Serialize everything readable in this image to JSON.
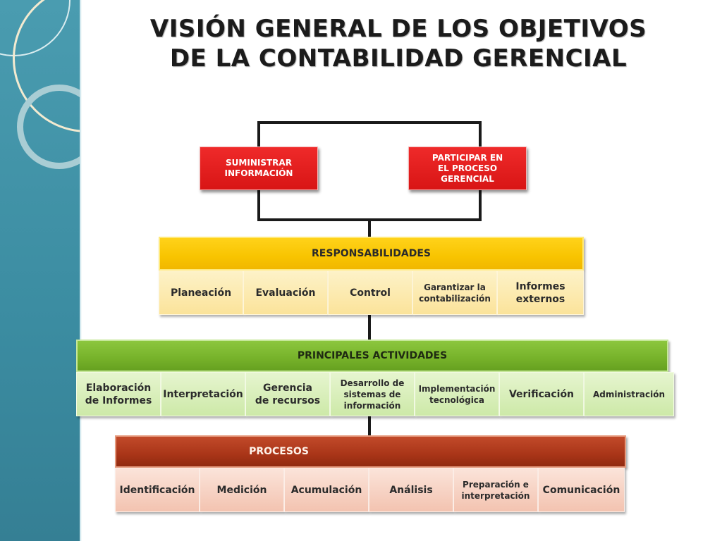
{
  "title": {
    "line1": "VISIÓN GENERAL DE LOS OBJETIVOS",
    "line2": "DE LA CONTABILIDAD GERENCIAL"
  },
  "objectives": [
    {
      "line1": "SUMINISTRAR",
      "line2": "INFORMACIÓN"
    },
    {
      "line1": "PARTICIPAR EN",
      "line2": "EL PROCESO",
      "line3": "GERENCIAL"
    }
  ],
  "responsabilidades": {
    "label": "RESPONSABILIDADES",
    "items": [
      {
        "line1": "Planeación",
        "line2": ""
      },
      {
        "line1": "Evaluación",
        "line2": ""
      },
      {
        "line1": "Control",
        "line2": ""
      },
      {
        "line1": "Garantizar la",
        "line2": "contabilización"
      },
      {
        "line1": "Informes",
        "line2": "externos"
      }
    ]
  },
  "actividades": {
    "label": "PRINCIPALES ACTIVIDADES",
    "items": [
      {
        "line1": "Elaboración",
        "line2": "de Informes",
        "line3": ""
      },
      {
        "line1": "Interpretación",
        "line2": "",
        "line3": ""
      },
      {
        "line1": "Gerencia",
        "line2": "de recursos",
        "line3": ""
      },
      {
        "line1": "Desarrollo de",
        "line2": "sistemas de",
        "line3": "información"
      },
      {
        "line1": "Implementación",
        "line2": "tecnológica",
        "line3": ""
      },
      {
        "line1": "Verificación",
        "line2": "",
        "line3": ""
      },
      {
        "line1": "Administración",
        "line2": "",
        "line3": ""
      }
    ]
  },
  "procesos": {
    "label": "PROCESOS",
    "items": [
      {
        "line1": "Identificación",
        "line2": ""
      },
      {
        "line1": "Medición",
        "line2": ""
      },
      {
        "line1": "Acumulación",
        "line2": ""
      },
      {
        "line1": "Análisis",
        "line2": ""
      },
      {
        "line1": "Preparación e",
        "line2": "interpretación"
      },
      {
        "line1": "Comunicación",
        "line2": ""
      }
    ]
  },
  "colors": {
    "sidebar": "#4a9cb0",
    "objective_red": "#e01e1e",
    "band_yellow": "#f8c400",
    "band_green": "#76b22a",
    "band_red": "#a93518"
  }
}
